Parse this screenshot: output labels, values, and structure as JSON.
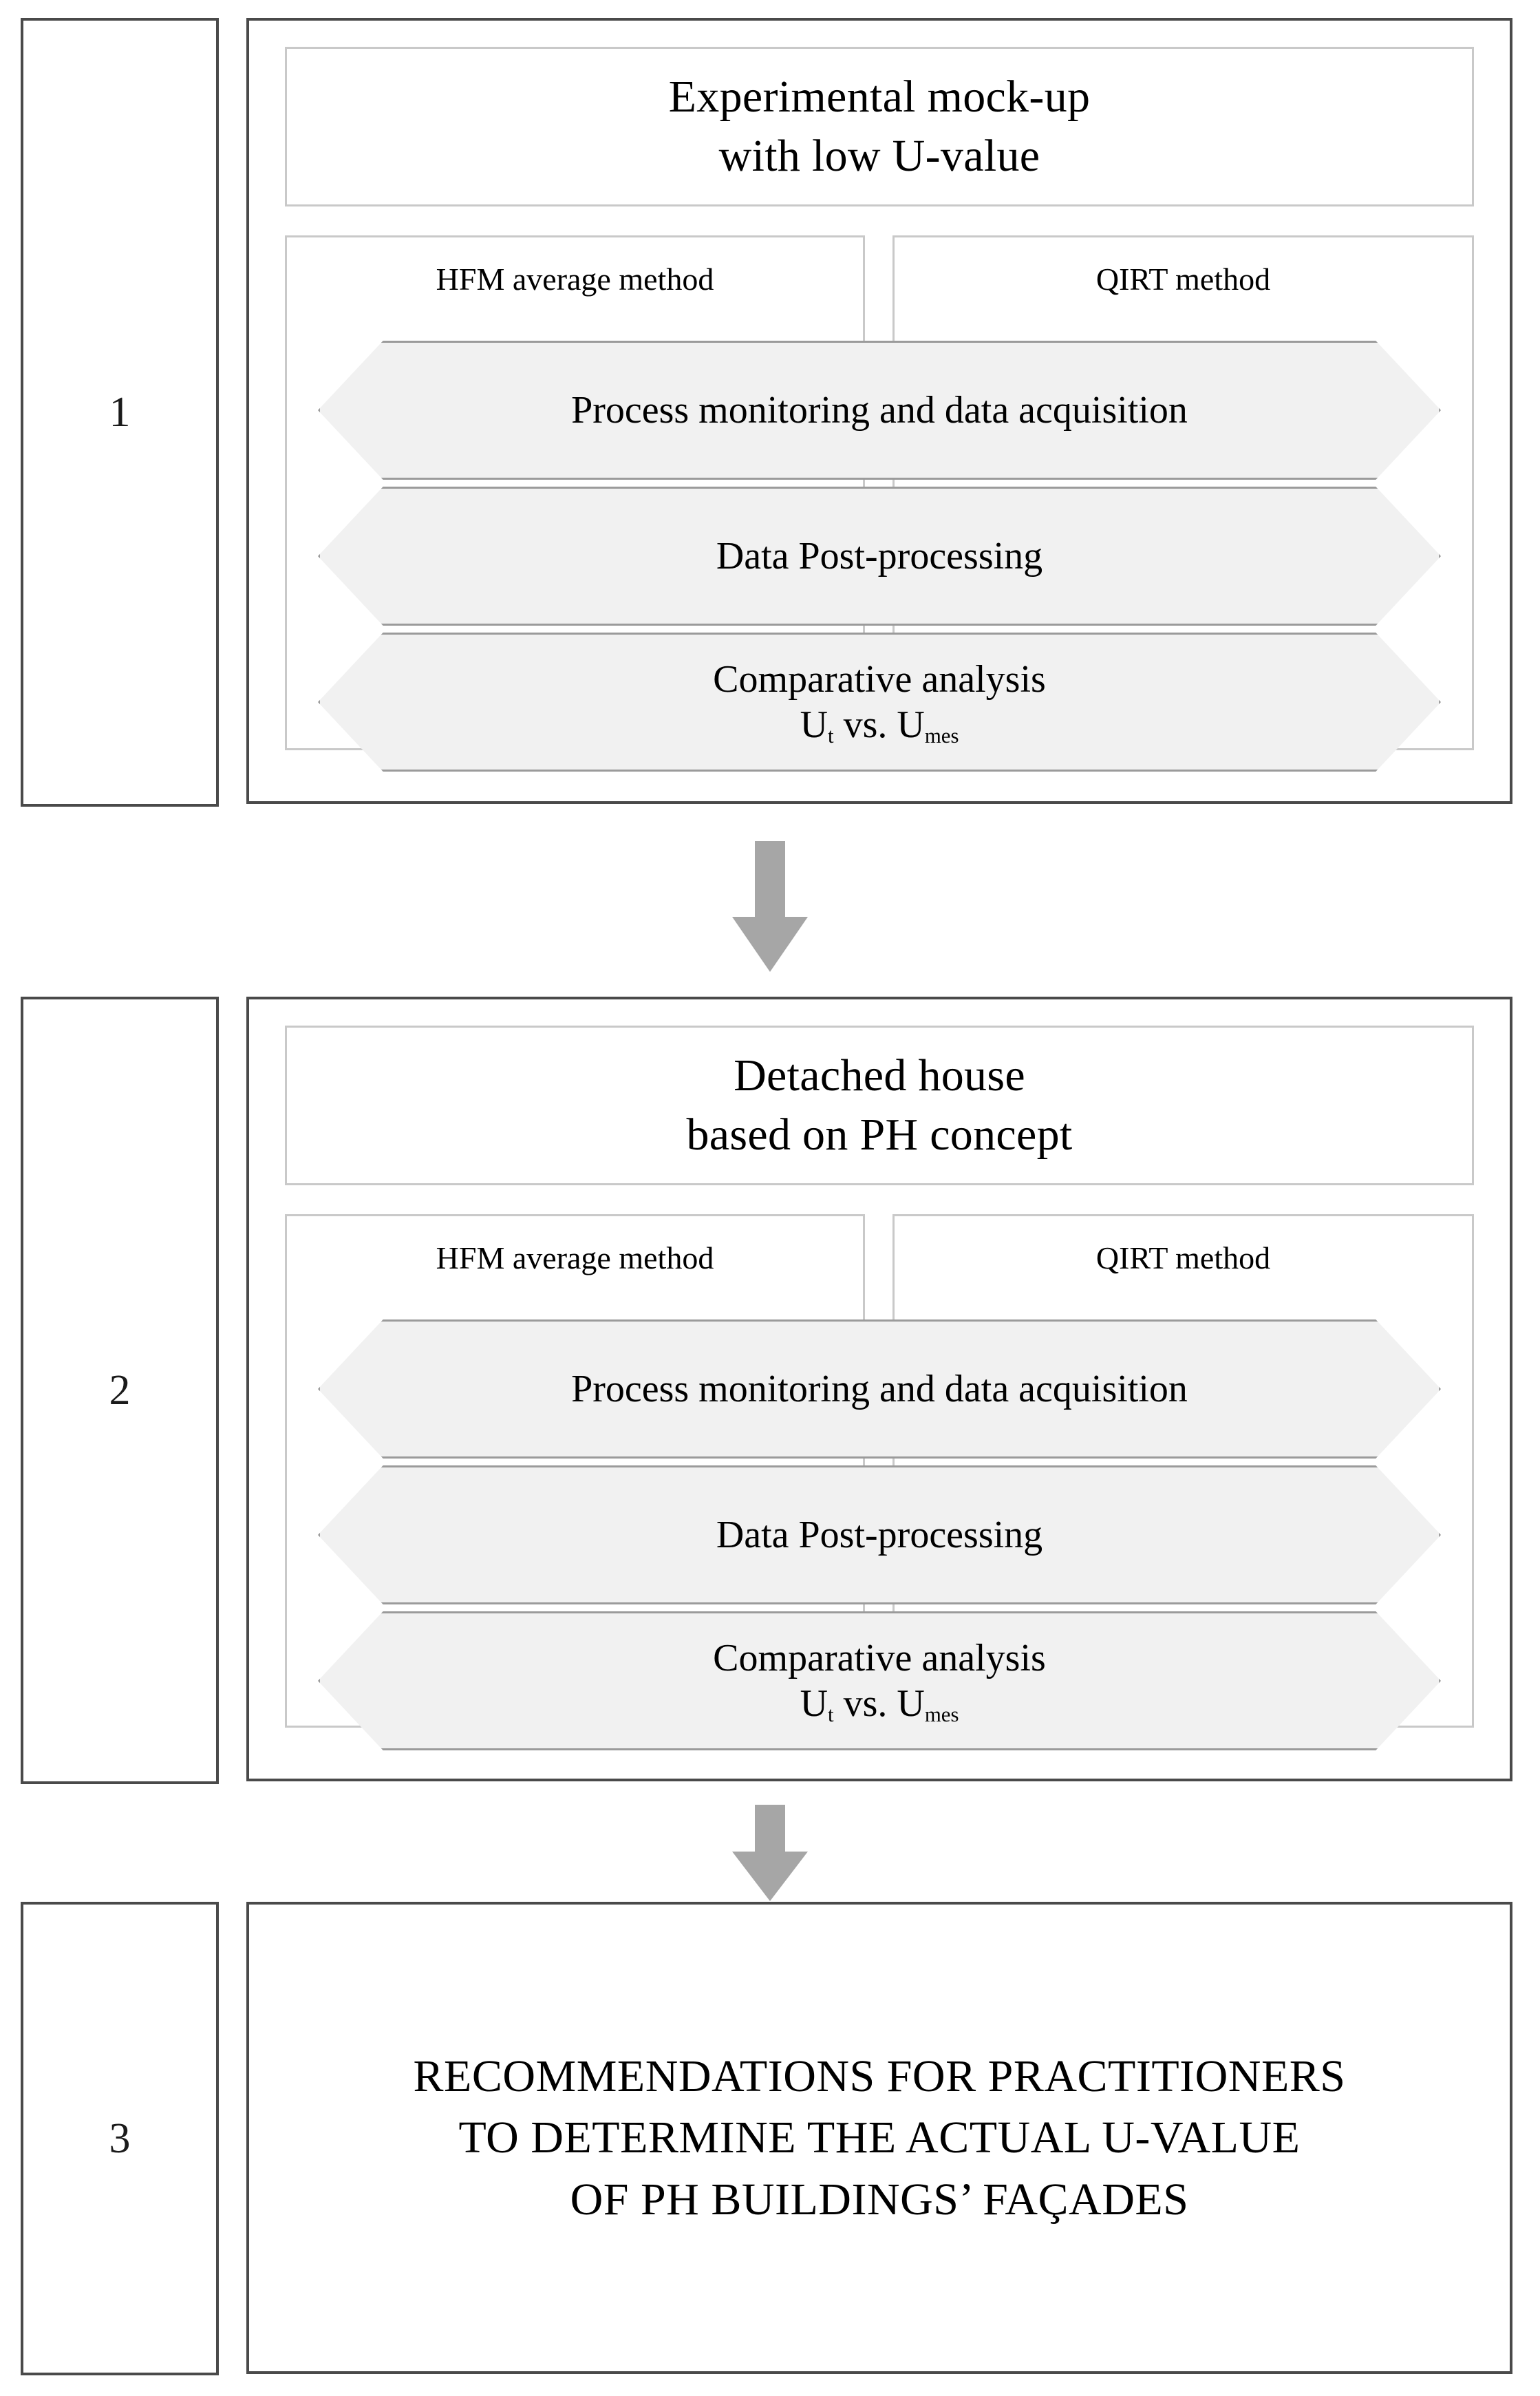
{
  "diagram": {
    "type": "flowchart",
    "orientation": "vertical",
    "accent_gray": "#a6a6a6",
    "hexagon_fill": "#f1f1f1",
    "hexagon_stroke": "#9b9b9b",
    "panel_stroke": "#4a4a4a",
    "inner_stroke": "#c9c9c9"
  },
  "stages": [
    {
      "number": "1",
      "title_lines": [
        "Experimental mock-up",
        "with low U-value"
      ],
      "methods": [
        {
          "label": "HFM average method"
        },
        {
          "label": "QIRT method"
        }
      ],
      "steps": [
        {
          "lines": [
            "Process monitoring and data acquisition"
          ]
        },
        {
          "lines": [
            "Data Post-processing"
          ]
        },
        {
          "lines": [
            "Comparative analysis",
            "U_t vs. U_mes"
          ]
        }
      ]
    },
    {
      "number": "2",
      "title_lines": [
        "Detached house",
        "based on PH concept"
      ],
      "methods": [
        {
          "label": "HFM average method"
        },
        {
          "label": "QIRT method"
        }
      ],
      "steps": [
        {
          "lines": [
            "Process monitoring and data acquisition"
          ]
        },
        {
          "lines": [
            "Data Post-processing"
          ]
        },
        {
          "lines": [
            "Comparative analysis",
            "U_t vs. U_mes"
          ]
        }
      ]
    },
    {
      "number": "3",
      "recommendation_lines": [
        "RECOMMENDATIONS FOR PRACTITIONERS",
        "TO DETERMINE THE ACTUAL U-VALUE",
        "OF PH BUILDINGS’ FAÇADES"
      ]
    }
  ],
  "comparative": {
    "prefix_symbol": "U",
    "sub_theoretical": "t",
    "middle": " vs. ",
    "sub_measured": "mes"
  },
  "connectors": [
    {
      "icon": "down-arrow-icon",
      "from_stage": "1",
      "to_stage": "2"
    },
    {
      "icon": "down-arrow-icon",
      "from_stage": "2",
      "to_stage": "3"
    }
  ]
}
